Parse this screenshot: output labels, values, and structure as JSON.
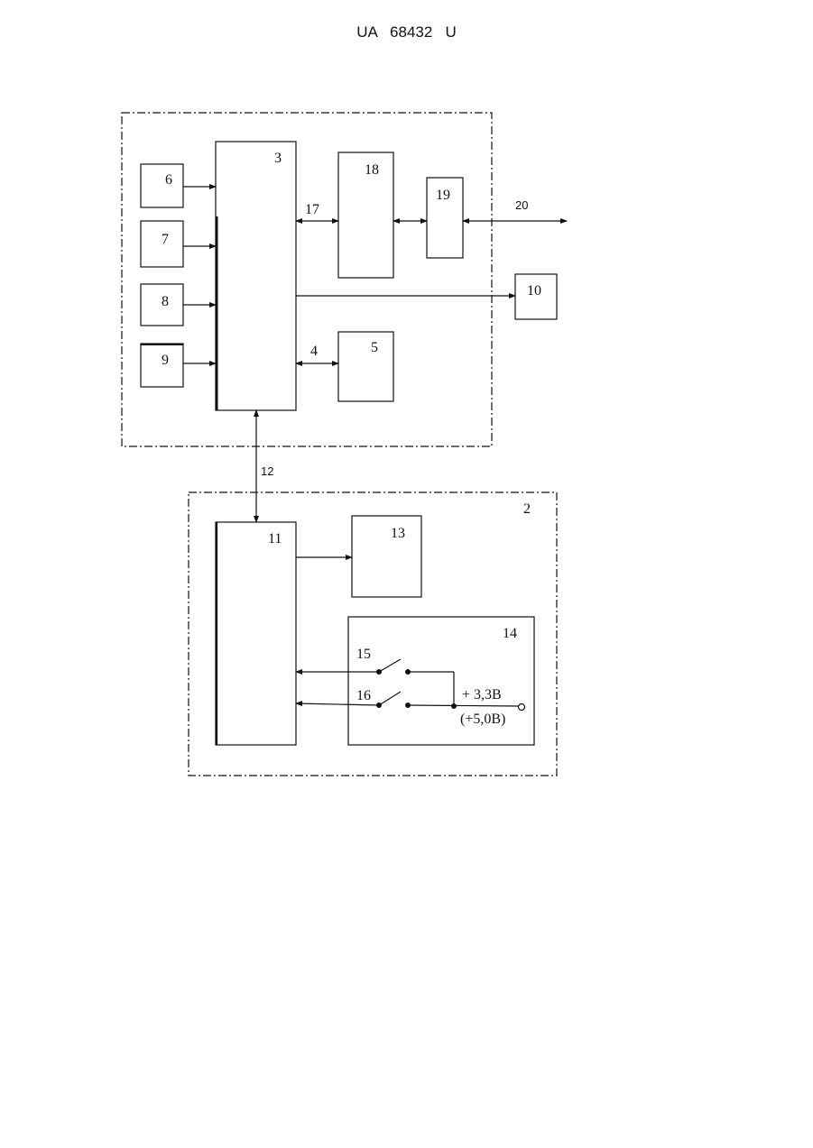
{
  "header": {
    "doc_number": "UA   68432   U"
  },
  "diagram": {
    "group_labels": {
      "g2": "2"
    },
    "blocks": {
      "b3": "3",
      "b5": "5",
      "b6": "6",
      "b7": "7",
      "b8": "8",
      "b9": "9",
      "b10": "10",
      "b11": "11",
      "b13": "13",
      "b14": "14",
      "b18": "18",
      "b19": "19"
    },
    "links": {
      "l4": "4",
      "l12": "12",
      "l17": "17",
      "l20": "20"
    },
    "switches": {
      "s15": "15",
      "s16": "16"
    },
    "supply": {
      "voltage_main": "+ 3,3B",
      "voltage_alt": "(+5,0B)"
    }
  }
}
